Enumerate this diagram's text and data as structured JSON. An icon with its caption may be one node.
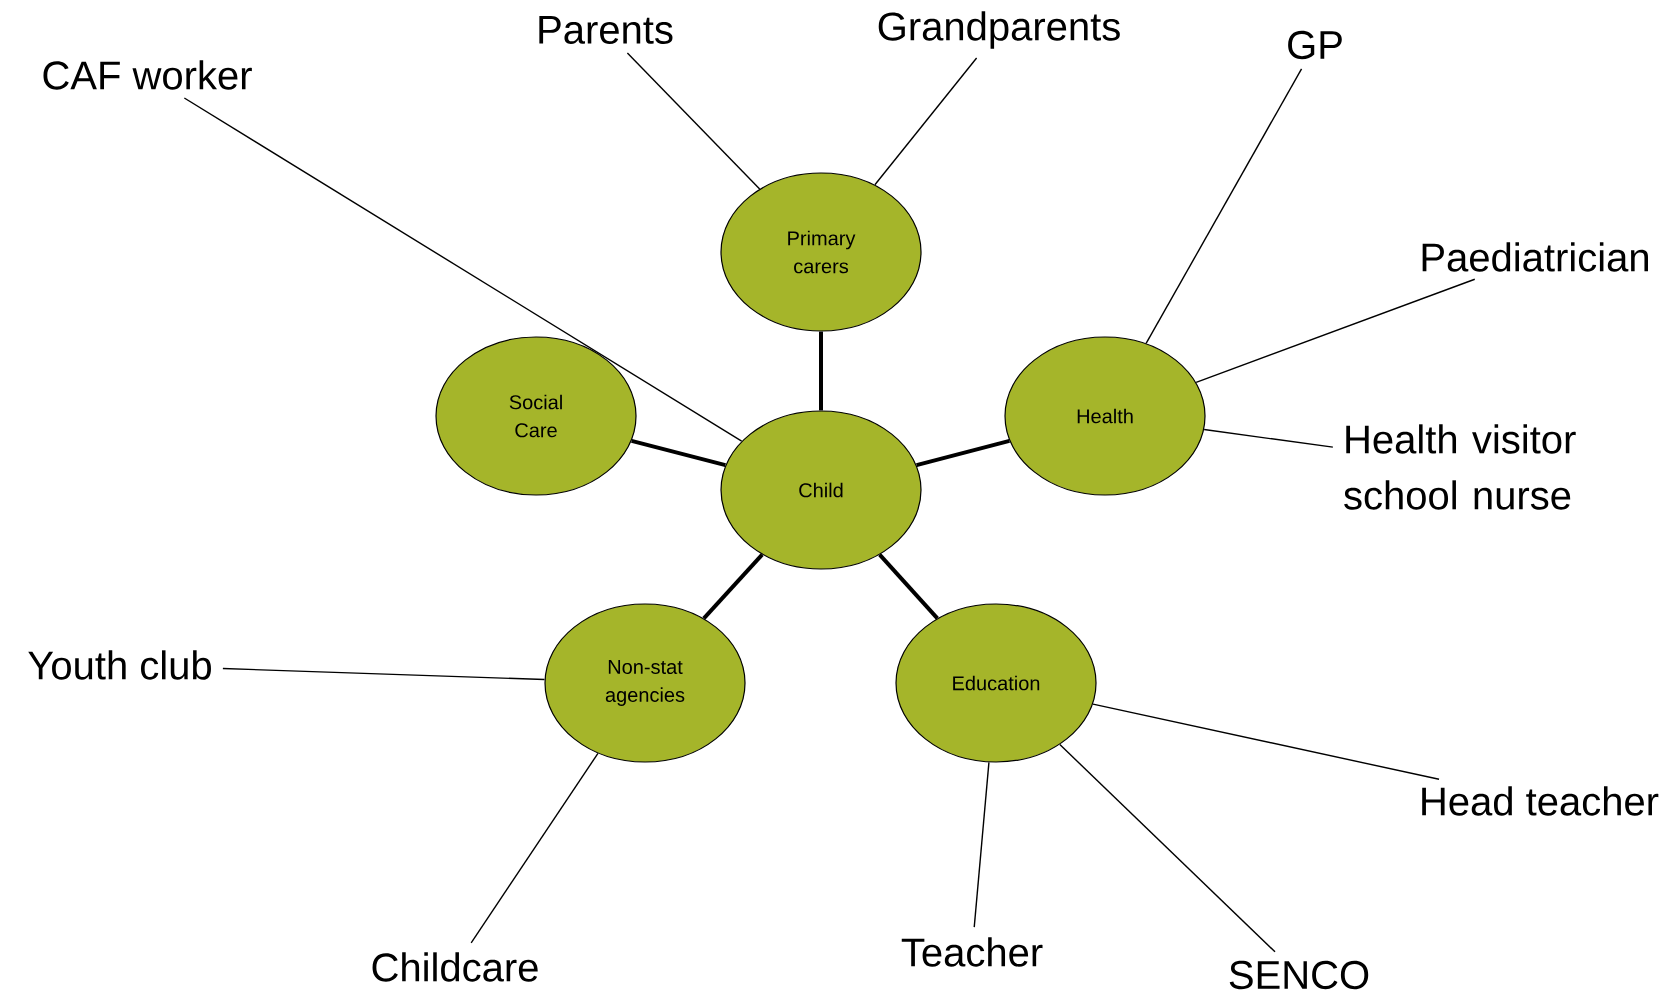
{
  "diagram": {
    "nodes": [
      {
        "text": [
          "CAF worker"
        ]
      },
      {
        "text": [
          "Parents"
        ]
      },
      {
        "text": [
          "Grandparents"
        ]
      },
      {
        "text": [
          "GP"
        ]
      },
      {
        "text": [
          "Primary carers"
        ]
      },
      {
        "text": [
          "Paediatrician"
        ]
      },
      {
        "text": [
          "Social Care"
        ]
      },
      {
        "text": [
          "Health"
        ]
      },
      {
        "text": [
          "Health visitor school nurse"
        ]
      },
      {
        "text": [
          "Child"
        ]
      },
      {
        "text": [
          "Youth club"
        ]
      },
      {
        "text": [
          "Non-stat agencies"
        ]
      },
      {
        "text": [
          "Education"
        ]
      },
      {
        "text": [
          "Head teacher"
        ]
      },
      {
        "text": [
          "Teacher"
        ]
      },
      {
        "text": [
          "Childcare"
        ]
      },
      {
        "text": [
          "SENCO"
        ]
      }
    ],
    "edges": [
      {
        "from": 9,
        "to": 4,
        "arrow": "none",
        "style": "thick"
      },
      {
        "from": 9,
        "to": 6,
        "arrow": "none",
        "style": "thick"
      },
      {
        "from": 9,
        "to": 7,
        "arrow": "none",
        "style": "thick"
      },
      {
        "from": 9,
        "to": 11,
        "arrow": "none",
        "style": "thick"
      },
      {
        "from": 9,
        "to": 12,
        "arrow": "none",
        "style": "thick"
      },
      {
        "from": 0,
        "to": 9,
        "arrow": "none"
      },
      {
        "from": 1,
        "to": 4,
        "arrow": "none"
      },
      {
        "from": 2,
        "to": 4,
        "arrow": "none"
      },
      {
        "from": 3,
        "to": 7,
        "arrow": "none"
      },
      {
        "from": 5,
        "to": 7,
        "arrow": "none"
      },
      {
        "from": 8,
        "to": 7,
        "arrow": "none"
      },
      {
        "from": 10,
        "to": 11,
        "arrow": "none"
      },
      {
        "from": 13,
        "to": 12,
        "arrow": "none"
      },
      {
        "from": 14,
        "to": 12,
        "arrow": "none"
      },
      {
        "from": 15,
        "to": 11,
        "arrow": "none"
      },
      {
        "from": 16,
        "to": 12,
        "arrow": "none"
      }
    ]
  }
}
